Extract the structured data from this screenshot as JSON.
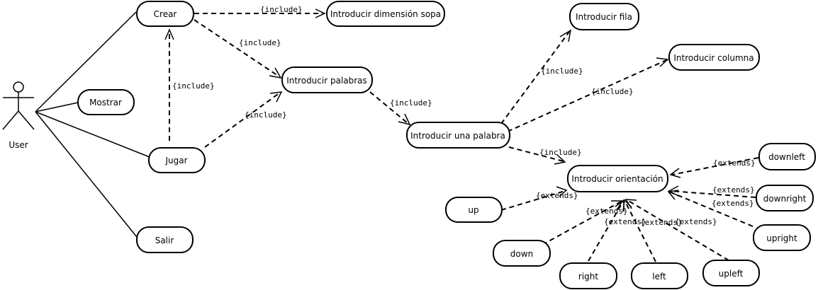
{
  "actor": {
    "name": "User"
  },
  "use_cases": {
    "crear": "Crear",
    "mostrar": "Mostrar",
    "jugar": "Jugar",
    "salir": "Salir",
    "introducir_dimension": "Introducir dimensión sopa",
    "introducir_palabras": "Introducir palabras",
    "introducir_una_palabra": "Introducir una palabra",
    "introducir_fila": "Introducir fila",
    "introducir_columna": "Introducir columna",
    "introducir_orientacion": "Introducir orientación",
    "downleft": "downleft",
    "downright": "downright",
    "upright": "upright",
    "upleft": "upleft",
    "left": "left",
    "right": "right",
    "down": "down",
    "up": "up"
  },
  "relation_labels": {
    "include": "{include}",
    "extends": "{extends}"
  }
}
